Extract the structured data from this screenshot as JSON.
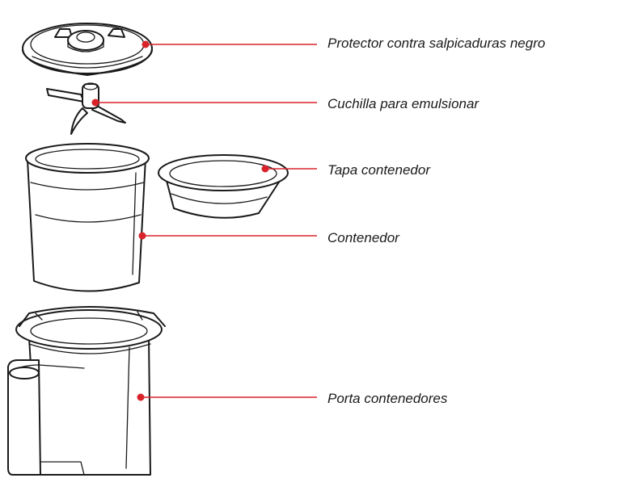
{
  "labels": {
    "protector": "Protector contra salpicaduras negro",
    "cuchilla": "Cuchilla para emulsionar",
    "tapa": "Tapa contenedor",
    "contenedor": "Contenedor",
    "porta": "Porta contenedores"
  },
  "colors": {
    "leader": "#d8232a",
    "ink": "#1a1a1a",
    "background": "#ffffff"
  }
}
